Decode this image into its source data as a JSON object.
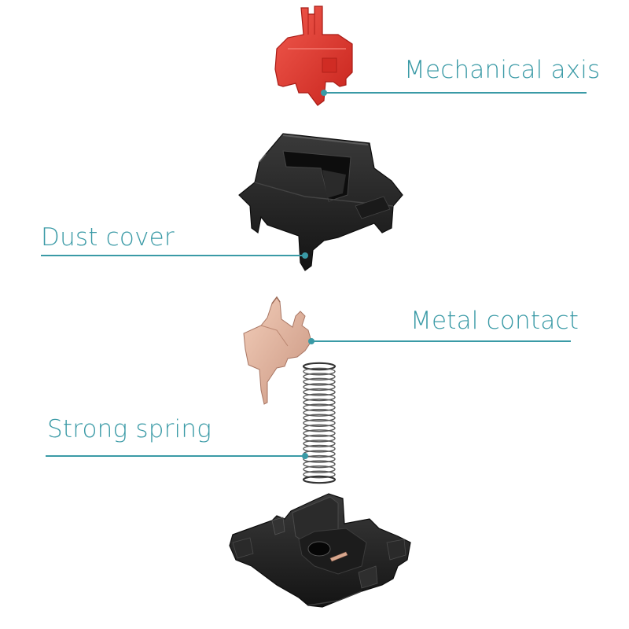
{
  "labels": {
    "mechanical_axis": "Mechanical axis",
    "dust_cover": "Dust cover",
    "metal_contact": "Metal contact",
    "strong_spring": "Strong spring"
  },
  "icons": [
    "red-stem-part",
    "dust-cover-housing",
    "metal-contact-leaf",
    "coil-spring",
    "bottom-housing"
  ],
  "colors": {
    "label_text": "#3a9aa6",
    "leader_line": "#3a9aa6",
    "stem_red": "#e2362d",
    "housing_black": "#222222",
    "contact_copper": "#e0b39d",
    "spring_steel": "#555555"
  }
}
